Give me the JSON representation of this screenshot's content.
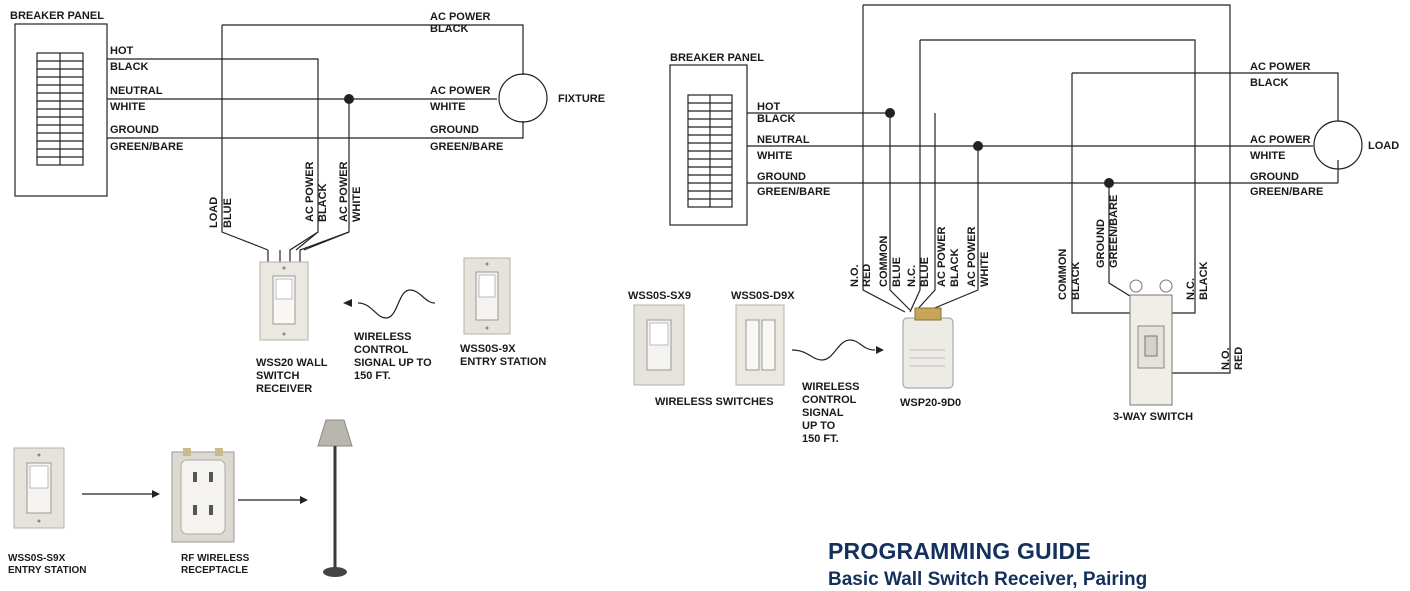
{
  "colors": {
    "line": "#222222",
    "heading": "#14305c",
    "plate": "#e9e6df",
    "plate_edge": "#b5b0a6"
  },
  "left_diagram": {
    "breaker_panel": "BREAKER PANEL",
    "hot": "HOT",
    "black": "BLACK",
    "neutral": "NEUTRAL",
    "white": "WHITE",
    "ground": "GROUND",
    "green_bare": "GREEN/BARE",
    "ac_power_top": "AC POWER",
    "black_top": "BLACK",
    "ac_power_mid": "AC POWER",
    "white_mid": "WHITE",
    "ground_r": "GROUND",
    "green_bare_r": "GREEN/BARE",
    "fixture": "FIXTURE",
    "wire_load": "LOAD",
    "wire_blue": "BLUE",
    "wire_acp1": "AC POWER",
    "wire_black": "BLACK",
    "wire_acp2": "AC POWER",
    "wire_white": "WHITE",
    "receiver_label": [
      "WSS20 WALL",
      "SWITCH",
      "RECEIVER"
    ],
    "wireless_label": [
      "WIRELESS",
      "CONTROL",
      "SIGNAL UP TO",
      "150 FT."
    ],
    "entry_label": [
      "WSS0S-9X",
      "ENTRY STATION"
    ]
  },
  "bottom_left": {
    "entry_label": [
      "WSS0S-S9X",
      "ENTRY STATION"
    ],
    "receptacle_label": [
      "RF WIRELESS",
      "RECEPTACLE"
    ]
  },
  "right_diagram": {
    "breaker_panel": "BREAKER PANEL",
    "hot": "HOT",
    "black": "BLACK",
    "neutral": "NEUTRAL",
    "white": "WHITE",
    "ground": "GROUND",
    "green_bare": "GREEN/BARE",
    "acp_top": "AC POWER",
    "black_top": "BLACK",
    "acp_mid": "AC POWER",
    "white_mid": "WHITE",
    "ground_r": "GROUND",
    "green_bare_r": "GREEN/BARE",
    "load": "LOAD",
    "switch1": "WSS0S-SX9",
    "switch2": "WSS0S-D9X",
    "wireless_switches": "WIRELESS SWITCHES",
    "wireless_label": [
      "WIRELESS",
      "CONTROL",
      "SIGNAL",
      "UP TO",
      "150 FT."
    ],
    "receiver_label": "WSP20-9D0",
    "three_way": "3-WAY SWITCH",
    "v_no": "N.O.",
    "v_red": "RED",
    "v_common": "COMMON",
    "v_blue": "BLUE",
    "v_nc": "N.C.",
    "v_blue2": "BLUE",
    "v_acp1": "AC POWER",
    "v_black": "BLACK",
    "v_acp2": "AC POWER",
    "v_white": "WHITE",
    "v_common2": "COMMON",
    "v_black2": "BLACK",
    "v_ground": "GROUND",
    "v_green": "GREEN/BARE",
    "v_nc2": "N.C.",
    "v_black3": "BLACK",
    "v_no2": "N.O.",
    "v_red2": "RED"
  },
  "guide": {
    "title": "PROGRAMMING GUIDE",
    "subtitle": "Basic Wall Switch Receiver, Pairing"
  }
}
